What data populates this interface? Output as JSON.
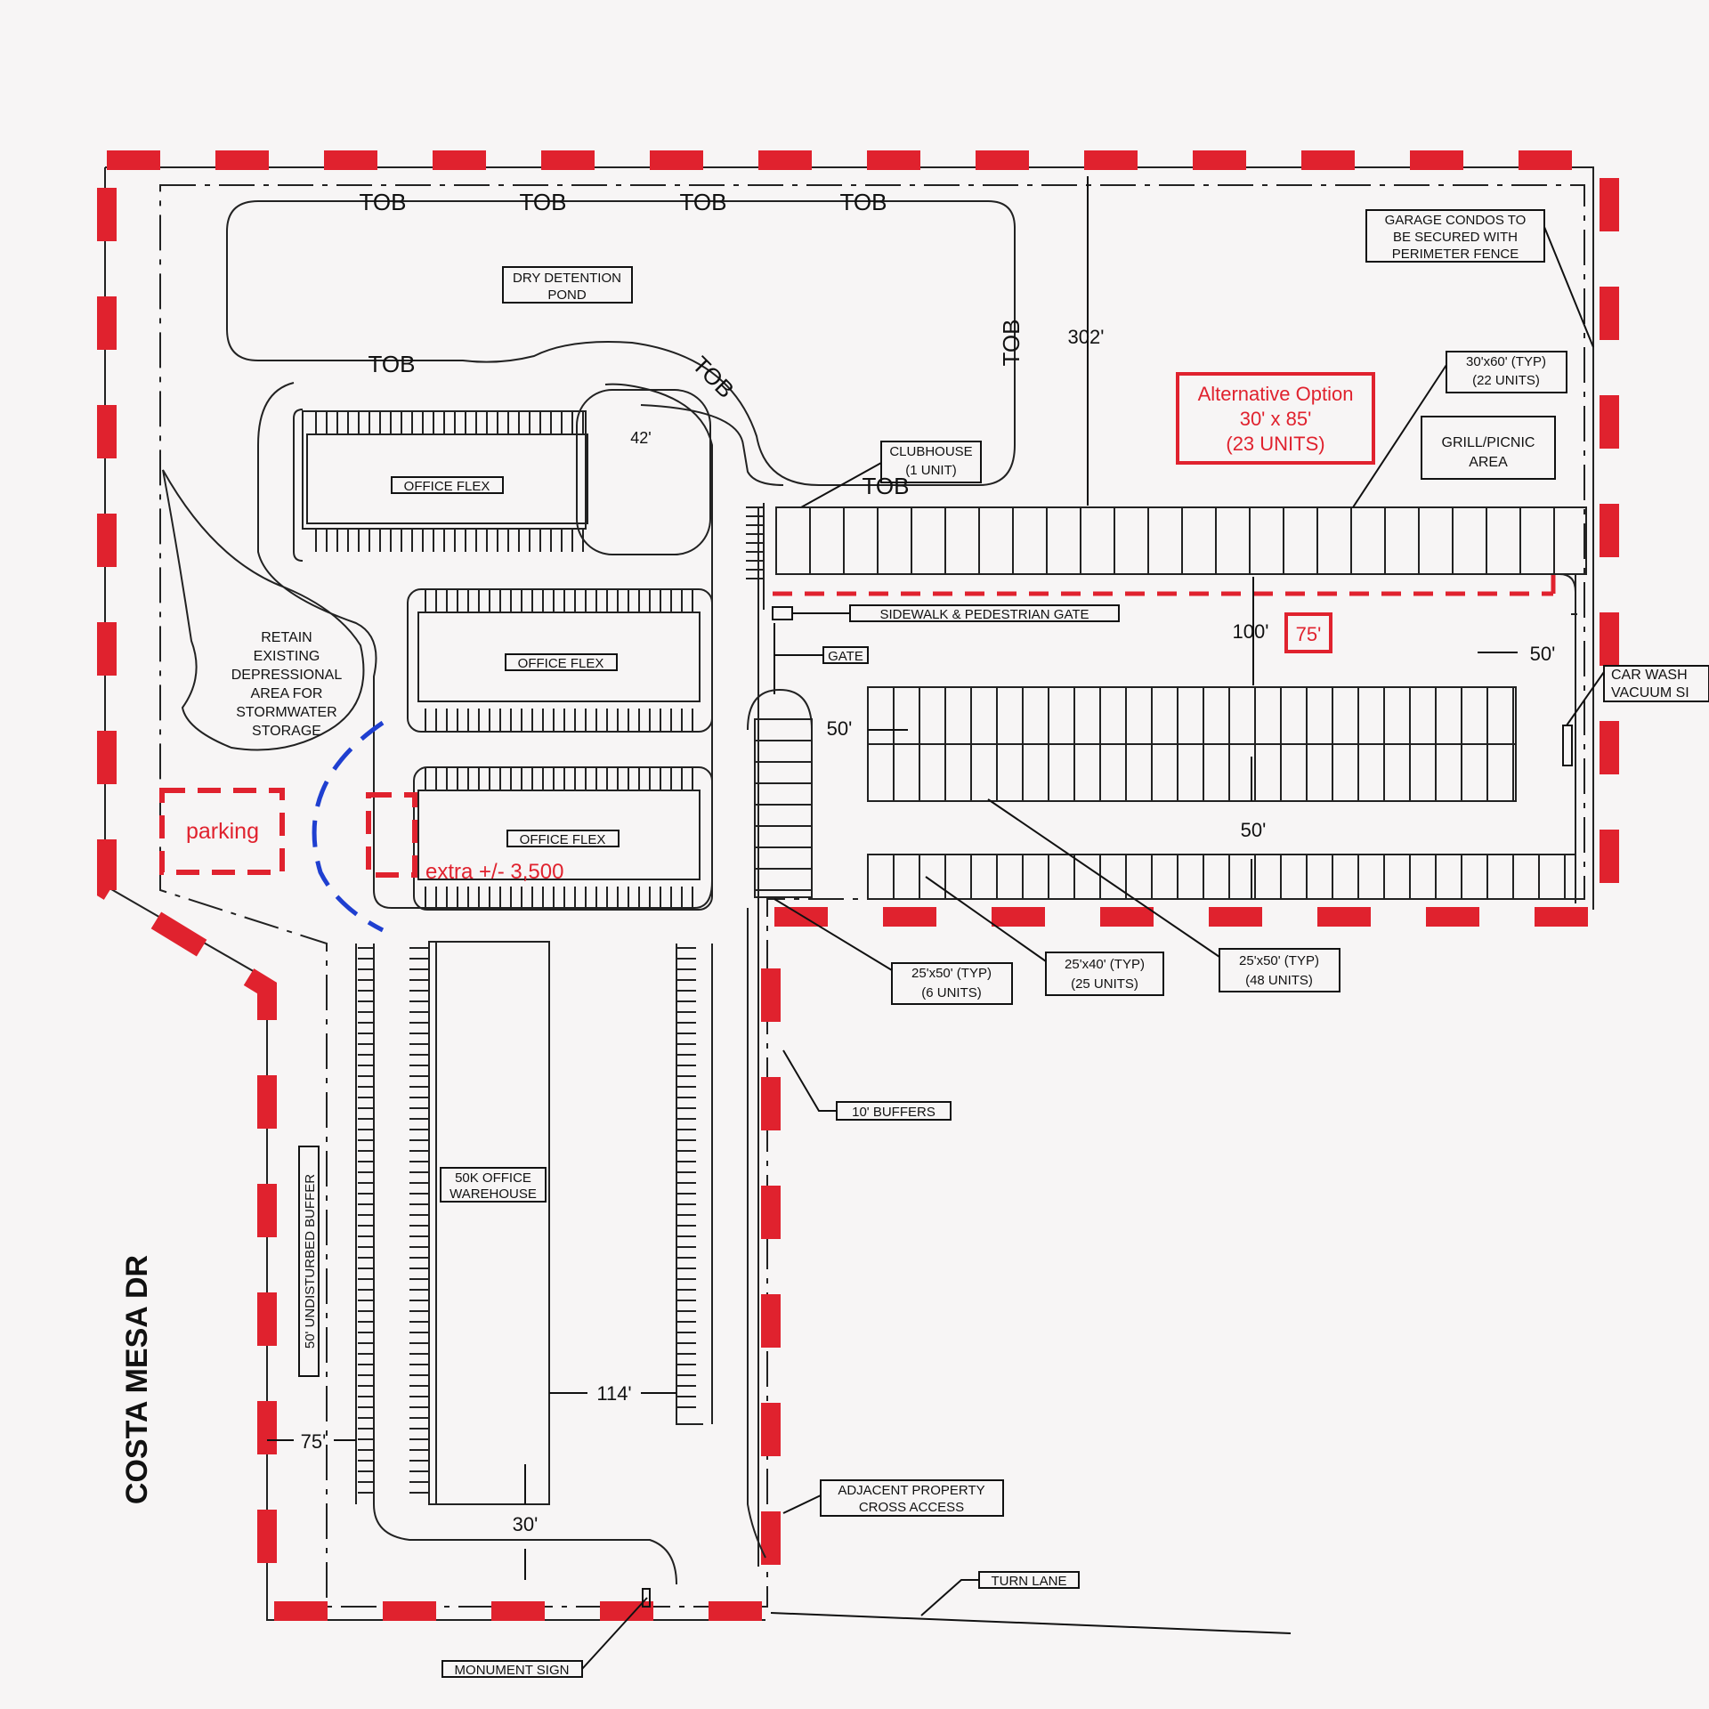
{
  "colors": {
    "boundary": "#e0222e",
    "ink": "#1a1a1a",
    "overlay_blue": "#1f3fd0",
    "background": "#f7f5f5"
  },
  "labels": {
    "tob": "TOB",
    "dry_detention_pond": [
      "DRY DETENTION",
      "POND"
    ],
    "office_flex": "OFFICE FLEX",
    "dim_42": "42'",
    "dim_302": "302'",
    "clubhouse": [
      "CLUBHOUSE",
      "(1 UNIT)"
    ],
    "garage_condos": [
      "GARAGE CONDOS TO",
      "BE SECURED WITH",
      "PERIMETER FENCE"
    ],
    "unit_30x60": [
      "30'x60' (TYP)",
      "(22 UNITS)"
    ],
    "grill_picnic": [
      "GRILL/PICNIC",
      "AREA"
    ],
    "alternative_option": [
      "Alternative Option",
      "30' x 85'",
      "(23 UNITS)"
    ],
    "sidewalk_gate": "SIDEWALK & PEDESTRIAN GATE",
    "gate": "GATE",
    "dim_100": "100'",
    "dim_75_red": "75'",
    "dim_50_right": "50'",
    "car_wash": [
      "CAR WASH",
      "VACUUM SI"
    ],
    "dim_50_left": "50'",
    "dim_50_mid": "50'",
    "retain": [
      "RETAIN",
      "EXISTING",
      "DEPRESSIONAL",
      "AREA FOR",
      "STORMWATER",
      "STORAGE"
    ],
    "parking": "parking",
    "extra": "extra +/- 3,500",
    "unit_25x50_6": [
      "25'x50' (TYP)",
      "(6 UNITS)"
    ],
    "unit_25x40": [
      "25'x40' (TYP)",
      "(25 UNITS)"
    ],
    "unit_25x50_48": [
      "25'x50' (TYP)",
      "(48 UNITS)"
    ],
    "buffers": "10' BUFFERS",
    "office_warehouse": [
      "50K OFFICE",
      "WAREHOUSE"
    ],
    "undisturbed_buffer": "50' UNDISTURBED BUFFER",
    "costa_mesa": "COSTA MESA DR",
    "dim_114": "114'",
    "dim_75_left": "75'",
    "dim_30": "30'",
    "adjacent": [
      "ADJACENT PROPERTY",
      "CROSS ACCESS"
    ],
    "turn_lane": "TURN LANE",
    "monument_sign": "MONUMENT SIGN"
  }
}
